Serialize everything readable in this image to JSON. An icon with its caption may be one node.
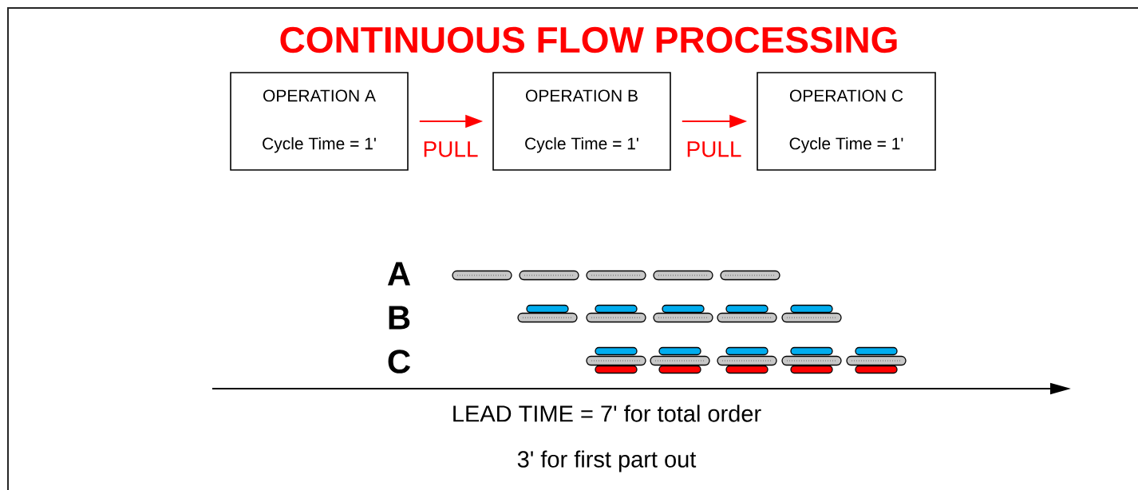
{
  "diagram": {
    "title": "CONTINUOUS FLOW PROCESSING",
    "nodes": [
      {
        "text": [
          "OPERATION A",
          "Cycle Time = 1'"
        ]
      },
      {
        "text": [
          "OPERATION B",
          "Cycle Time = 1'"
        ]
      },
      {
        "text": [
          "OPERATION C",
          "Cycle Time = 1'"
        ]
      }
    ],
    "edges": [
      {
        "from": 0,
        "to": 1,
        "arrow": "to",
        "label": "PULL",
        "color": "#ff0000"
      },
      {
        "from": 1,
        "to": 2,
        "arrow": "to",
        "label": "PULL",
        "color": "#ff0000"
      }
    ],
    "labels": [
      "A",
      "B",
      "C",
      "LEAD TIME = 7' for total order",
      "3' for first part out"
    ]
  }
}
